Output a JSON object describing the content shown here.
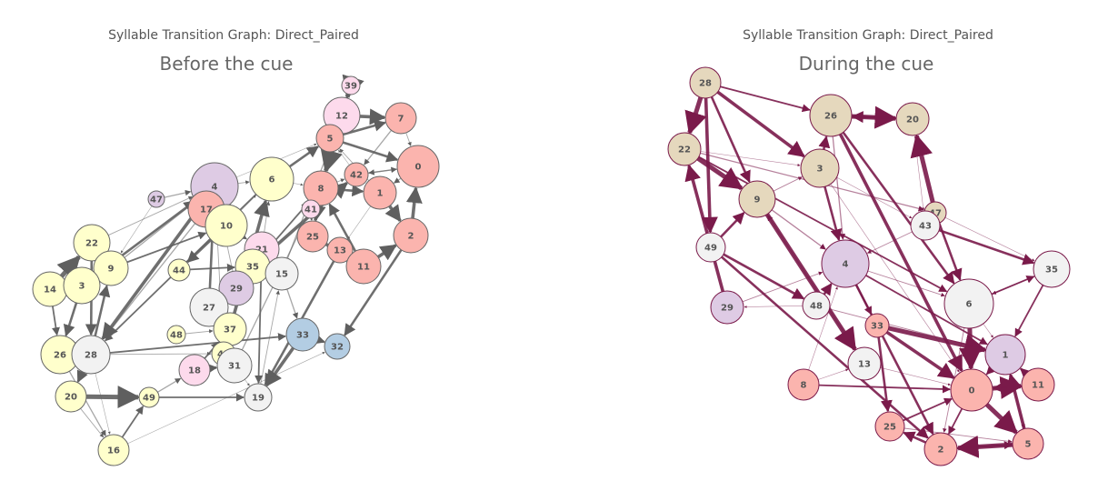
{
  "panels": [
    {
      "suptitle": "Syllable Transition Graph: Direct_Paired",
      "title": "Before the cue",
      "edge_color": "#5f5f5f",
      "palette": {
        "salmon": "#fbb4ae",
        "lavender": "#decbe4",
        "yellow": "#ffffcc",
        "pink": "#fddaec",
        "grey": "#f2f2f2",
        "blue": "#b3cde3"
      },
      "nodes": [
        {
          "id": "39",
          "color": "pink"
        },
        {
          "id": "12",
          "color": "pink"
        },
        {
          "id": "7",
          "color": "salmon"
        },
        {
          "id": "5",
          "color": "salmon"
        },
        {
          "id": "0",
          "color": "salmon"
        },
        {
          "id": "42",
          "color": "salmon"
        },
        {
          "id": "6",
          "color": "yellow"
        },
        {
          "id": "4",
          "color": "lavender"
        },
        {
          "id": "8",
          "color": "salmon"
        },
        {
          "id": "1",
          "color": "salmon"
        },
        {
          "id": "47",
          "color": "lavender"
        },
        {
          "id": "17",
          "color": "salmon"
        },
        {
          "id": "41",
          "color": "pink"
        },
        {
          "id": "10",
          "color": "yellow"
        },
        {
          "id": "2",
          "color": "salmon"
        },
        {
          "id": "22",
          "color": "yellow"
        },
        {
          "id": "25",
          "color": "salmon"
        },
        {
          "id": "21",
          "color": "pink"
        },
        {
          "id": "13",
          "color": "salmon"
        },
        {
          "id": "11",
          "color": "salmon"
        },
        {
          "id": "9",
          "color": "yellow"
        },
        {
          "id": "44",
          "color": "yellow"
        },
        {
          "id": "35",
          "color": "yellow"
        },
        {
          "id": "15",
          "color": "grey"
        },
        {
          "id": "14",
          "color": "yellow"
        },
        {
          "id": "3",
          "color": "yellow"
        },
        {
          "id": "29",
          "color": "lavender"
        },
        {
          "id": "27",
          "color": "grey"
        },
        {
          "id": "37",
          "color": "yellow"
        },
        {
          "id": "33",
          "color": "blue"
        },
        {
          "id": "32",
          "color": "blue"
        },
        {
          "id": "48",
          "color": "yellow"
        },
        {
          "id": "26",
          "color": "yellow"
        },
        {
          "id": "28",
          "color": "grey"
        },
        {
          "id": "43",
          "color": "yellow"
        },
        {
          "id": "31",
          "color": "grey"
        },
        {
          "id": "18",
          "color": "pink"
        },
        {
          "id": "20",
          "color": "yellow"
        },
        {
          "id": "49",
          "color": "yellow"
        },
        {
          "id": "19",
          "color": "grey"
        },
        {
          "id": "16",
          "color": "yellow"
        }
      ],
      "edges": [
        [
          "39",
          "12"
        ],
        [
          "12",
          "7"
        ],
        [
          "7",
          "0"
        ],
        [
          "5",
          "0"
        ],
        [
          "5",
          "7"
        ],
        [
          "12",
          "5"
        ],
        [
          "0",
          "1"
        ],
        [
          "1",
          "2"
        ],
        [
          "2",
          "0"
        ],
        [
          "42",
          "0"
        ],
        [
          "8",
          "1"
        ],
        [
          "6",
          "8"
        ],
        [
          "4",
          "6"
        ],
        [
          "4",
          "17"
        ],
        [
          "17",
          "10"
        ],
        [
          "10",
          "21"
        ],
        [
          "21",
          "35"
        ],
        [
          "35",
          "15"
        ],
        [
          "15",
          "33"
        ],
        [
          "33",
          "32"
        ],
        [
          "25",
          "13"
        ],
        [
          "13",
          "11"
        ],
        [
          "11",
          "2"
        ],
        [
          "8",
          "42"
        ],
        [
          "42",
          "5"
        ],
        [
          "6",
          "5"
        ],
        [
          "4",
          "5"
        ],
        [
          "47",
          "4"
        ],
        [
          "22",
          "4"
        ],
        [
          "9",
          "4"
        ],
        [
          "22",
          "9"
        ],
        [
          "9",
          "3"
        ],
        [
          "3",
          "14"
        ],
        [
          "14",
          "26"
        ],
        [
          "26",
          "28"
        ],
        [
          "28",
          "20"
        ],
        [
          "20",
          "16"
        ],
        [
          "26",
          "16"
        ],
        [
          "28",
          "16"
        ],
        [
          "16",
          "49"
        ],
        [
          "49",
          "18"
        ],
        [
          "18",
          "31"
        ],
        [
          "31",
          "19"
        ],
        [
          "19",
          "15"
        ],
        [
          "37",
          "27"
        ],
        [
          "27",
          "29"
        ],
        [
          "29",
          "35"
        ],
        [
          "48",
          "37"
        ],
        [
          "43",
          "37"
        ],
        [
          "3",
          "26"
        ],
        [
          "28",
          "9"
        ],
        [
          "9",
          "10"
        ],
        [
          "10",
          "6"
        ],
        [
          "17",
          "28"
        ],
        [
          "4",
          "28"
        ],
        [
          "6",
          "28"
        ],
        [
          "8",
          "25"
        ],
        [
          "25",
          "11"
        ],
        [
          "11",
          "8"
        ],
        [
          "41",
          "25"
        ],
        [
          "1",
          "13"
        ],
        [
          "13",
          "19"
        ],
        [
          "33",
          "19"
        ],
        [
          "21",
          "19"
        ],
        [
          "15",
          "12"
        ],
        [
          "35",
          "42"
        ],
        [
          "44",
          "35"
        ],
        [
          "10",
          "44"
        ],
        [
          "27",
          "4"
        ],
        [
          "29",
          "4"
        ],
        [
          "37",
          "6"
        ],
        [
          "18",
          "37"
        ],
        [
          "31",
          "8"
        ],
        [
          "43",
          "4"
        ],
        [
          "3",
          "4"
        ],
        [
          "14",
          "22"
        ],
        [
          "22",
          "28"
        ],
        [
          "28",
          "33"
        ],
        [
          "26",
          "43"
        ],
        [
          "20",
          "49"
        ],
        [
          "49",
          "19"
        ],
        [
          "16",
          "32"
        ],
        [
          "2",
          "32"
        ],
        [
          "1",
          "5"
        ],
        [
          "0",
          "42"
        ],
        [
          "7",
          "42"
        ],
        [
          "12",
          "8"
        ],
        [
          "47",
          "9"
        ],
        [
          "21",
          "6"
        ],
        [
          "35",
          "8"
        ]
      ]
    },
    {
      "suptitle": "Syllable Transition Graph: Direct_Paired",
      "title": "During the cue",
      "edge_color": "#7a1a4a",
      "palette": {
        "salmon": "#fbb4ae",
        "lavender": "#decbe4",
        "tan": "#e5d8bd",
        "grey": "#f2f2f2"
      },
      "nodes": [
        {
          "id": "28",
          "color": "tan"
        },
        {
          "id": "26",
          "color": "tan"
        },
        {
          "id": "20",
          "color": "tan"
        },
        {
          "id": "22",
          "color": "tan"
        },
        {
          "id": "3",
          "color": "tan"
        },
        {
          "id": "9",
          "color": "tan"
        },
        {
          "id": "47",
          "color": "tan"
        },
        {
          "id": "43",
          "color": "grey"
        },
        {
          "id": "49",
          "color": "grey"
        },
        {
          "id": "4",
          "color": "lavender"
        },
        {
          "id": "35",
          "color": "grey"
        },
        {
          "id": "29",
          "color": "lavender"
        },
        {
          "id": "48",
          "color": "grey"
        },
        {
          "id": "6",
          "color": "grey"
        },
        {
          "id": "33",
          "color": "salmon"
        },
        {
          "id": "1",
          "color": "lavender"
        },
        {
          "id": "13",
          "color": "grey"
        },
        {
          "id": "8",
          "color": "salmon"
        },
        {
          "id": "0",
          "color": "salmon"
        },
        {
          "id": "11",
          "color": "salmon"
        },
        {
          "id": "25",
          "color": "salmon"
        },
        {
          "id": "2",
          "color": "salmon"
        },
        {
          "id": "5",
          "color": "salmon"
        }
      ],
      "edges": [
        [
          "28",
          "26"
        ],
        [
          "28",
          "22"
        ],
        [
          "28",
          "3"
        ],
        [
          "26",
          "20"
        ],
        [
          "20",
          "26"
        ],
        [
          "22",
          "3"
        ],
        [
          "3",
          "26"
        ],
        [
          "9",
          "3"
        ],
        [
          "22",
          "9"
        ],
        [
          "28",
          "9"
        ],
        [
          "9",
          "4"
        ],
        [
          "3",
          "4"
        ],
        [
          "26",
          "4"
        ],
        [
          "26",
          "6"
        ],
        [
          "20",
          "43"
        ],
        [
          "47",
          "20"
        ],
        [
          "43",
          "35"
        ],
        [
          "47",
          "35"
        ],
        [
          "35",
          "6"
        ],
        [
          "6",
          "35"
        ],
        [
          "49",
          "48"
        ],
        [
          "49",
          "9"
        ],
        [
          "29",
          "4"
        ],
        [
          "48",
          "29"
        ],
        [
          "4",
          "6"
        ],
        [
          "4",
          "1"
        ],
        [
          "6",
          "1"
        ],
        [
          "1",
          "0"
        ],
        [
          "0",
          "2"
        ],
        [
          "0",
          "5"
        ],
        [
          "0",
          "11"
        ],
        [
          "11",
          "0"
        ],
        [
          "8",
          "0"
        ],
        [
          "8",
          "4"
        ],
        [
          "13",
          "0"
        ],
        [
          "33",
          "1"
        ],
        [
          "33",
          "0"
        ],
        [
          "25",
          "0"
        ],
        [
          "2",
          "25"
        ],
        [
          "5",
          "2"
        ],
        [
          "5",
          "1"
        ],
        [
          "1",
          "5"
        ],
        [
          "35",
          "1"
        ],
        [
          "6",
          "2"
        ],
        [
          "4",
          "2"
        ],
        [
          "43",
          "4"
        ],
        [
          "47",
          "6"
        ],
        [
          "13",
          "9"
        ],
        [
          "48",
          "4"
        ],
        [
          "29",
          "22"
        ],
        [
          "49",
          "2"
        ],
        [
          "25",
          "5"
        ],
        [
          "2",
          "5"
        ],
        [
          "11",
          "1"
        ],
        [
          "6",
          "0"
        ],
        [
          "22",
          "6"
        ],
        [
          "3",
          "43"
        ],
        [
          "26",
          "0"
        ],
        [
          "9",
          "13"
        ],
        [
          "48",
          "1"
        ],
        [
          "28",
          "49"
        ],
        [
          "4",
          "33"
        ],
        [
          "33",
          "25"
        ],
        [
          "8",
          "13"
        ],
        [
          "22",
          "47"
        ],
        [
          "3",
          "0"
        ]
      ]
    }
  ]
}
